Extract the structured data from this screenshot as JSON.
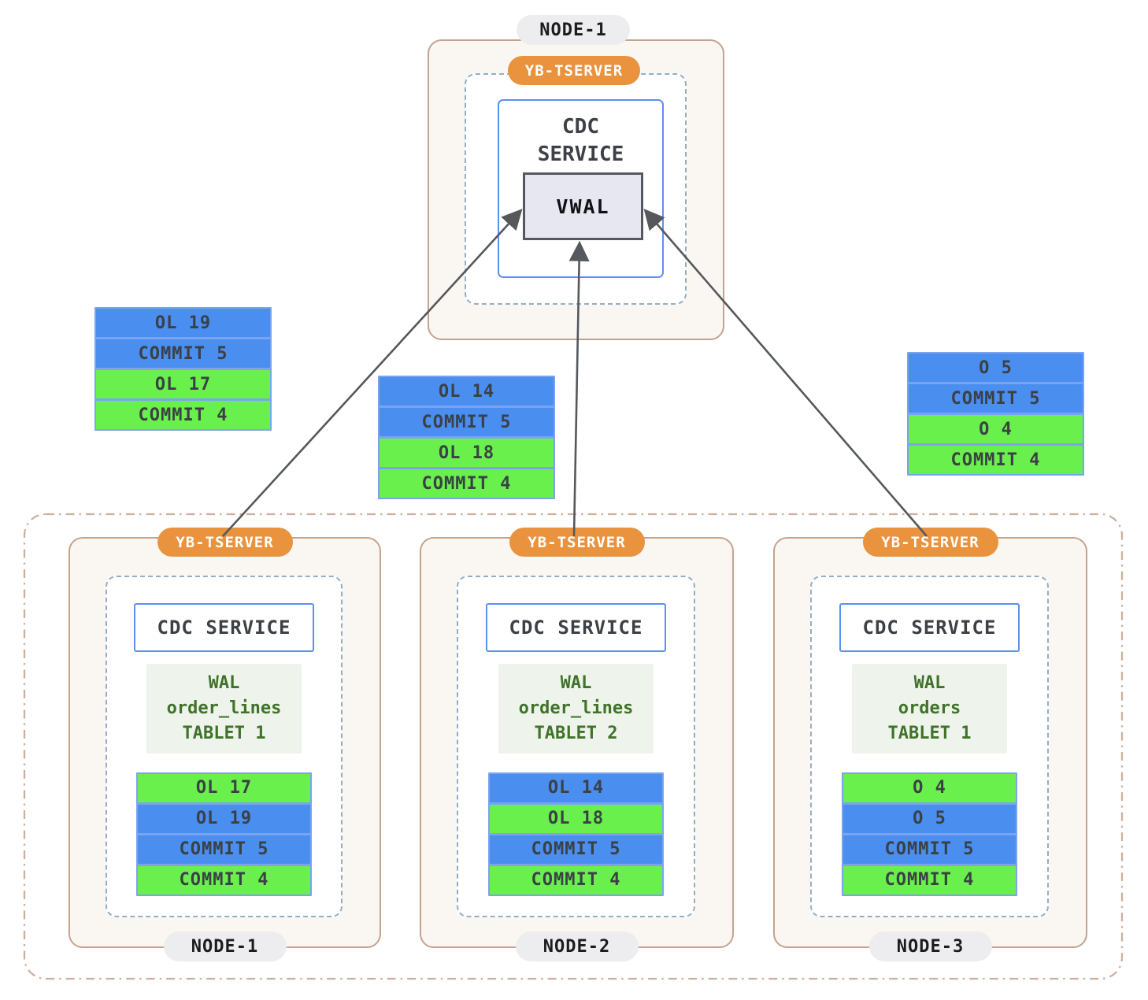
{
  "colors": {
    "record_blue": "#4a8ef0",
    "record_green": "#69f04c",
    "badge_orange": "#e9933f",
    "node_border_tan": "#c5a28e",
    "node_fill": "#faf7f3",
    "dashed_border_blue_gray": "#93aec3",
    "cdc_border_blue": "#5f8fee",
    "vwal_fill_lavender": "#e7e7f2",
    "wal_text_green": "#40722a",
    "arrow_gray": "#55585c"
  },
  "top_node": {
    "node_label": "NODE-1",
    "tserver_badge": "YB-TSERVER",
    "cdc_service_line1": "CDC",
    "cdc_service_line2": "SERVICE",
    "vwal_label": "VWAL"
  },
  "floating_stacks": [
    {
      "id": "left",
      "rows": [
        {
          "label": "OL 19",
          "color": "blue"
        },
        {
          "label": "COMMIT 5",
          "color": "blue"
        },
        {
          "label": "OL 17",
          "color": "green"
        },
        {
          "label": "COMMIT 4",
          "color": "green"
        }
      ]
    },
    {
      "id": "middle",
      "rows": [
        {
          "label": "OL 14",
          "color": "blue"
        },
        {
          "label": "COMMIT 5",
          "color": "blue"
        },
        {
          "label": "OL 18",
          "color": "green"
        },
        {
          "label": "COMMIT 4",
          "color": "green"
        }
      ]
    },
    {
      "id": "right",
      "rows": [
        {
          "label": "O 5",
          "color": "blue"
        },
        {
          "label": "COMMIT 5",
          "color": "blue"
        },
        {
          "label": "O 4",
          "color": "green"
        },
        {
          "label": "COMMIT 4",
          "color": "green"
        }
      ]
    }
  ],
  "bottom_nodes": [
    {
      "node_label": "NODE-1",
      "tserver_badge": "YB-TSERVER",
      "cdc_service_label": "CDC SERVICE",
      "wal_title": "WAL",
      "wal_table": "order_lines",
      "wal_tablet": "TABLET 1",
      "rows": [
        {
          "label": "OL 17",
          "color": "green"
        },
        {
          "label": "OL 19",
          "color": "blue"
        },
        {
          "label": "COMMIT 5",
          "color": "blue"
        },
        {
          "label": "COMMIT 4",
          "color": "green"
        }
      ]
    },
    {
      "node_label": "NODE-2",
      "tserver_badge": "YB-TSERVER",
      "cdc_service_label": "CDC SERVICE",
      "wal_title": "WAL",
      "wal_table": "order_lines",
      "wal_tablet": "TABLET 2",
      "rows": [
        {
          "label": "OL 14",
          "color": "blue"
        },
        {
          "label": "OL 18",
          "color": "green"
        },
        {
          "label": "COMMIT 5",
          "color": "blue"
        },
        {
          "label": "COMMIT 4",
          "color": "green"
        }
      ]
    },
    {
      "node_label": "NODE-3",
      "tserver_badge": "YB-TSERVER",
      "cdc_service_label": "CDC SERVICE",
      "wal_title": "WAL",
      "wal_table": "orders",
      "wal_tablet": "TABLET 1",
      "rows": [
        {
          "label": "O 4",
          "color": "green"
        },
        {
          "label": "O 5",
          "color": "blue"
        },
        {
          "label": "COMMIT 5",
          "color": "blue"
        },
        {
          "label": "COMMIT 4",
          "color": "green"
        }
      ]
    }
  ]
}
